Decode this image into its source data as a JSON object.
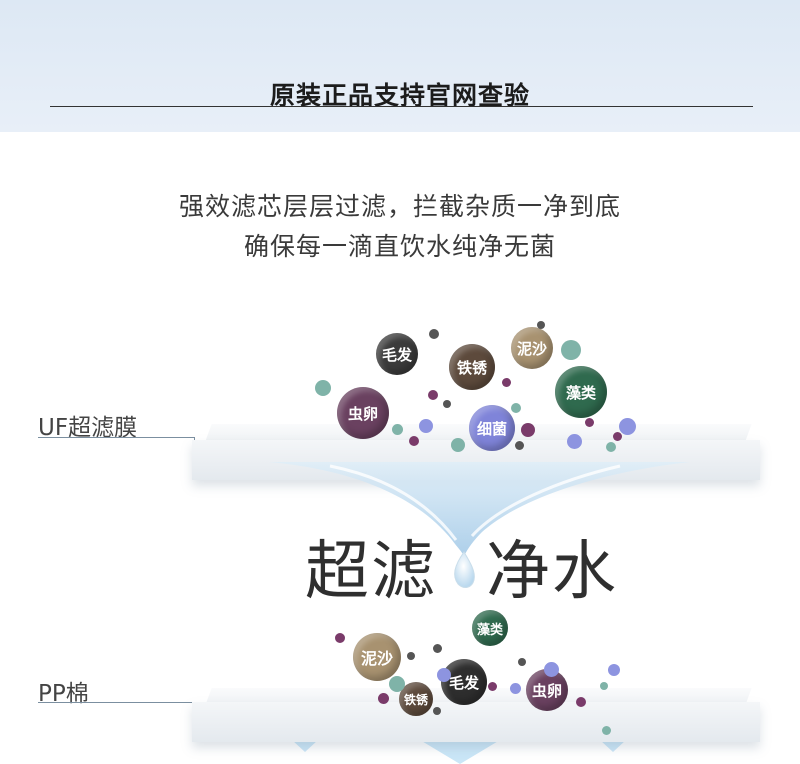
{
  "banner": {
    "title": "原装正品支持官网查验"
  },
  "slogan": {
    "line1": "强效滤芯层层过滤，拦截杂质一净到底",
    "line2": "确保每一滴直饮水纯净无菌"
  },
  "layers": {
    "uf_label": "UF超滤膜",
    "pp_label": "PP棉"
  },
  "center_text": {
    "left": "超滤",
    "right": "净水"
  },
  "impurities_top": [
    {
      "label": "毛发",
      "color": "#3b3b3b"
    },
    {
      "label": "铁锈",
      "color": "#5d4a3c"
    },
    {
      "label": "泥沙",
      "color": "#a89270"
    },
    {
      "label": "虫卵",
      "color": "#6a4160"
    },
    {
      "label": "细菌",
      "color": "#7f84d9"
    },
    {
      "label": "藻类",
      "color": "#2f6a4e"
    }
  ],
  "impurities_bottom": [
    {
      "label": "藻类",
      "color": "#2f6a4e"
    },
    {
      "label": "泥沙",
      "color": "#a89270"
    },
    {
      "label": "毛发",
      "color": "#2e2e2e"
    },
    {
      "label": "铁锈",
      "color": "#5d4a3c"
    },
    {
      "label": "虫卵",
      "color": "#6a4160"
    }
  ],
  "colors": {
    "banner_bg": "#dde8f4",
    "dot_teal": "#7fb3a8",
    "dot_purple": "#7a3b6a",
    "dot_blue": "#8d94e0",
    "dot_gray": "#555555"
  }
}
